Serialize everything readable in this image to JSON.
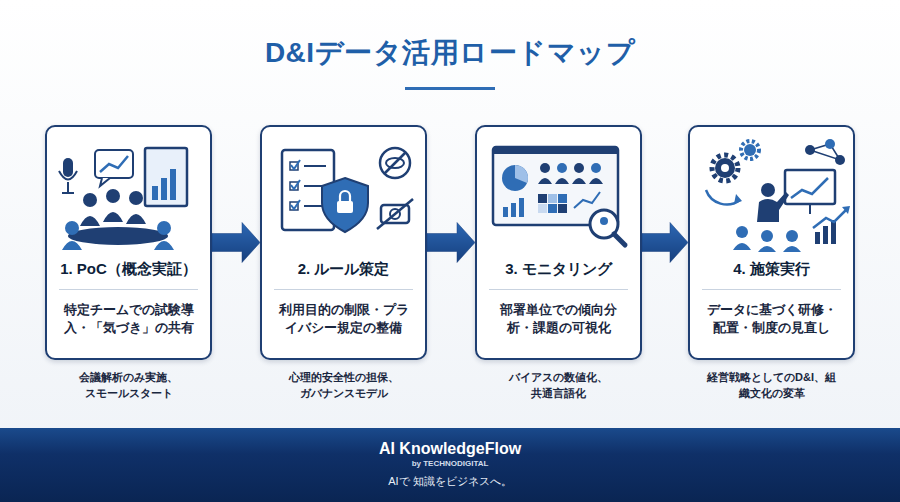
{
  "diagram": {
    "title": "D&Iデータ活用ロードマップ",
    "nodes": [
      {
        "text": [
          "1. PoC（概念実証）",
          "特定チームでの試験導入・「気づき」の共有"
        ]
      },
      {
        "text": [
          "2. ルール策定",
          "利用目的の制限・プライバシー規定の整備"
        ]
      },
      {
        "text": [
          "3. モニタリング",
          "部署単位での傾向分析・課題の可視化"
        ]
      },
      {
        "text": [
          "4. 施策実行",
          "データに基づく研修・配置・制度の見直し"
        ]
      },
      {
        "text": [
          "AI KnowledgeFlow",
          "by TECHNODIGITAL",
          "AIで 知識をビジネスへ。"
        ]
      }
    ],
    "edges": [
      {
        "from": 0,
        "to": 1,
        "arrow": "to"
      },
      {
        "from": 1,
        "to": 2,
        "arrow": "to"
      },
      {
        "from": 2,
        "to": 3,
        "arrow": "to"
      }
    ],
    "labels": [
      "会議解析のみ実施、スモールスタート",
      "心理的安全性の担保、ガバナンスモデル",
      "バイアスの数値化、共通言語化",
      "経営戦略としてのD&I、組織文化の変革"
    ]
  }
}
